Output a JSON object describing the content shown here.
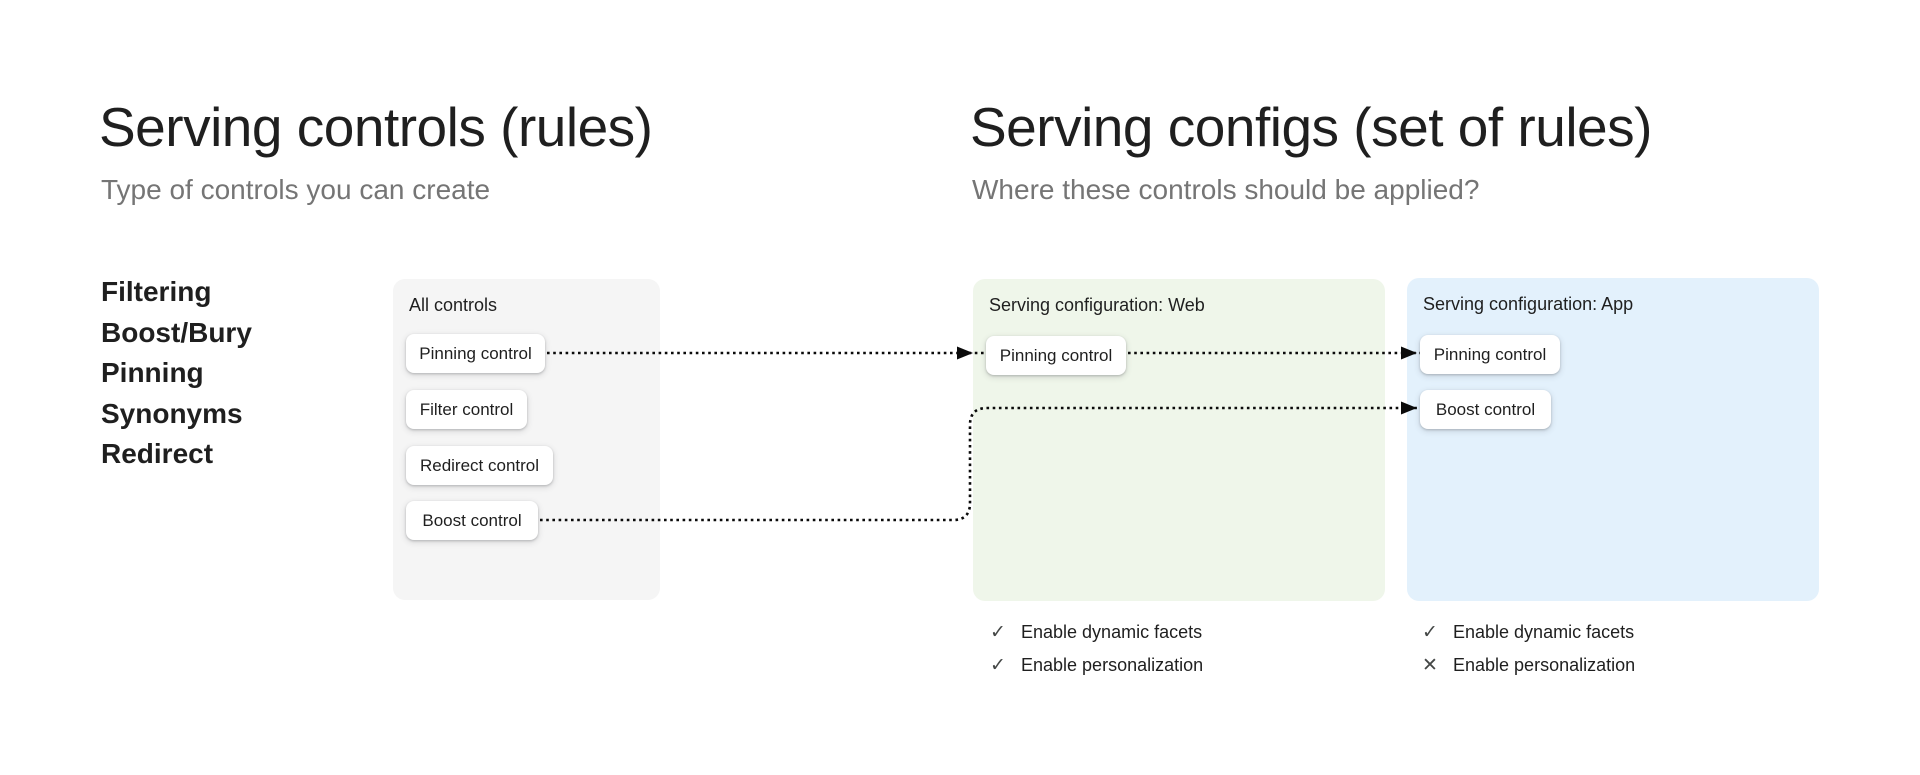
{
  "left": {
    "title": "Serving controls (rules)",
    "subtitle": "Type of controls you can create",
    "control_types": [
      "Filtering",
      "Boost/Bury",
      "Pinning",
      "Synonyms",
      "Redirect"
    ],
    "all_controls_card": {
      "label": "All controls",
      "controls": [
        "Pinning control",
        "Filter control",
        "Redirect control",
        "Boost control"
      ]
    }
  },
  "right": {
    "title": "Serving configs (set of rules)",
    "subtitle": "Where these controls should be applied?",
    "configs": [
      {
        "label": "Serving configuration: Web",
        "controls": [
          "Pinning control"
        ],
        "features": [
          {
            "label": "Enable dynamic facets",
            "state": "enabled",
            "icon": "✓"
          },
          {
            "label": "Enable personalization",
            "state": "enabled",
            "icon": "✓"
          }
        ]
      },
      {
        "label": "Serving configuration: App",
        "controls": [
          "Pinning control",
          "Boost control"
        ],
        "features": [
          {
            "label": "Enable dynamic facets",
            "state": "enabled",
            "icon": "✓"
          },
          {
            "label": "Enable personalization",
            "state": "disabled",
            "icon": "✕"
          }
        ]
      }
    ]
  },
  "connections": [
    {
      "from": "All controls / Pinning control",
      "to": "Serving configuration: Web / Pinning control",
      "style": "dotted-arrow"
    },
    {
      "from": "Serving configuration: Web / Pinning control",
      "to": "Serving configuration: App / Pinning control",
      "style": "dotted-arrow"
    },
    {
      "from": "All controls / Boost control",
      "to": "Serving configuration: App / Boost control",
      "style": "dotted-arrow"
    }
  ],
  "colors": {
    "all_controls_card_bg": "#F5F5F5",
    "web_card_bg": "#EFF6EA",
    "app_card_bg": "#E3F1FC",
    "title_text": "#1F1F1F",
    "subtitle_text": "#757575",
    "arrow": "#0A0A0A",
    "feature_icon": "#444746"
  }
}
